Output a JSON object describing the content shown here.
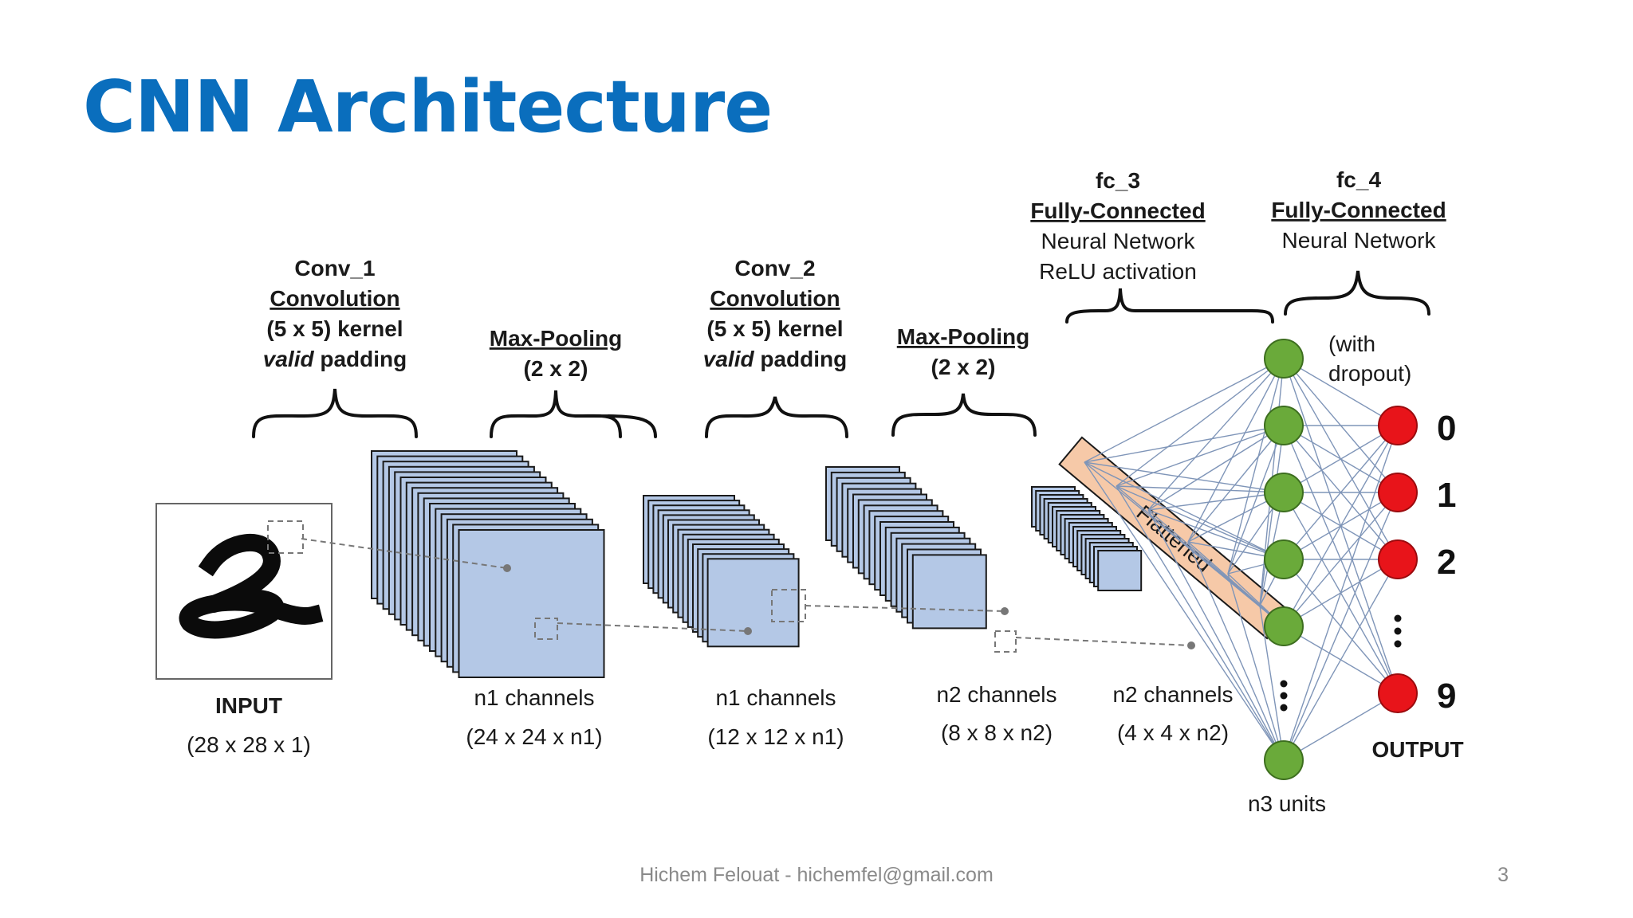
{
  "slide": {
    "title": "CNN Architecture",
    "footer": "Hichem Felouat - hichemfel@gmail.com",
    "page_number": "3"
  },
  "stages": {
    "conv1": {
      "l1": "Conv_1",
      "l2": "Convolution",
      "l3": "(5 x 5) kernel",
      "l4_italic": "valid",
      "l4_rest": " padding"
    },
    "pool1": {
      "l1": "Max-Pooling",
      "l2": "(2 x 2)"
    },
    "conv2": {
      "l1": "Conv_2",
      "l2": "Convolution",
      "l3": "(5 x 5) kernel",
      "l4_italic": "valid",
      "l4_rest": " padding"
    },
    "pool2": {
      "l1": "Max-Pooling",
      "l2": "(2 x 2)"
    },
    "fc3": {
      "l1": "fc_3",
      "l2": "Fully-Connected",
      "l3": "Neural Network",
      "l4": "ReLU activation"
    },
    "fc4": {
      "l1": "fc_4",
      "l2": "Fully-Connected",
      "l3": "Neural Network"
    },
    "dropout": {
      "l1": "(with",
      "l2": "dropout)"
    },
    "flattened": "Flattened"
  },
  "captions": {
    "input": {
      "name": "INPUT",
      "dims": "(28 x 28 x 1)"
    },
    "map1": {
      "name": "n1 channels",
      "dims": "(24 x 24 x n1)"
    },
    "map2": {
      "name": "n1 channels",
      "dims": "(12 x 12 x n1)"
    },
    "map3": {
      "name": "n2 channels",
      "dims": "(8 x 8 x n2)"
    },
    "map4": {
      "name": "n2 channels",
      "dims": "(4 x 4 x n2)"
    },
    "hidden": "n3 units",
    "output": "OUTPUT"
  },
  "output_labels": [
    "0",
    "1",
    "2",
    "9"
  ],
  "colors": {
    "title": "#0a6ebd",
    "feature_map": "#b4c8e6",
    "flatten_bar": "#f6c9a8",
    "hidden_node": "#6aaa3a",
    "output_node": "#e8141a",
    "connection": "#7f95b8"
  }
}
